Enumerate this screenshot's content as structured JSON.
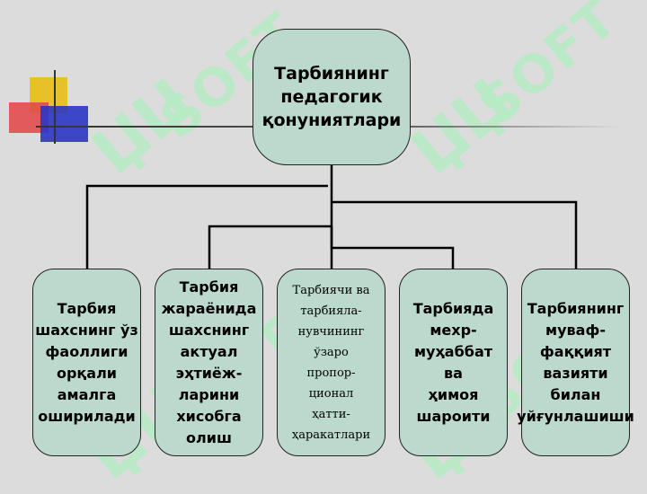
{
  "diagram": {
    "root": {
      "label": "Тарбиянинг\nпедагогик\nқонуниятлари"
    },
    "children": [
      {
        "label": "Тарбия\nшахснинг ўз\nфаоллиги\nорқали\nамалга\nоширилади"
      },
      {
        "label": "Тарбия\nжараёнида\nшахснинг\nактуал\nэҳтиёж-\nларини\nхисобга\nолиш"
      },
      {
        "label": "Тарбиячи ва\nтарбияла-\nнувчининг\nўзаро\nпропор-\nционал\nҳатти-\nҳаракатлари"
      },
      {
        "label": "Тарбияда\nмехр-\nмуҳаббат\nва\nҳимоя\nшароити"
      },
      {
        "label": "Тарбиянинг\nмуваф-\nфаққият\nвазияти\nбилан\nуйғунлашиши"
      }
    ]
  },
  "watermark": {
    "text": "SOFT",
    "mark": "ЏЏ"
  },
  "colors": {
    "box_fill": "#bcd9ce",
    "background": "#dcdcdc",
    "watermark": "#b6ecc4"
  }
}
